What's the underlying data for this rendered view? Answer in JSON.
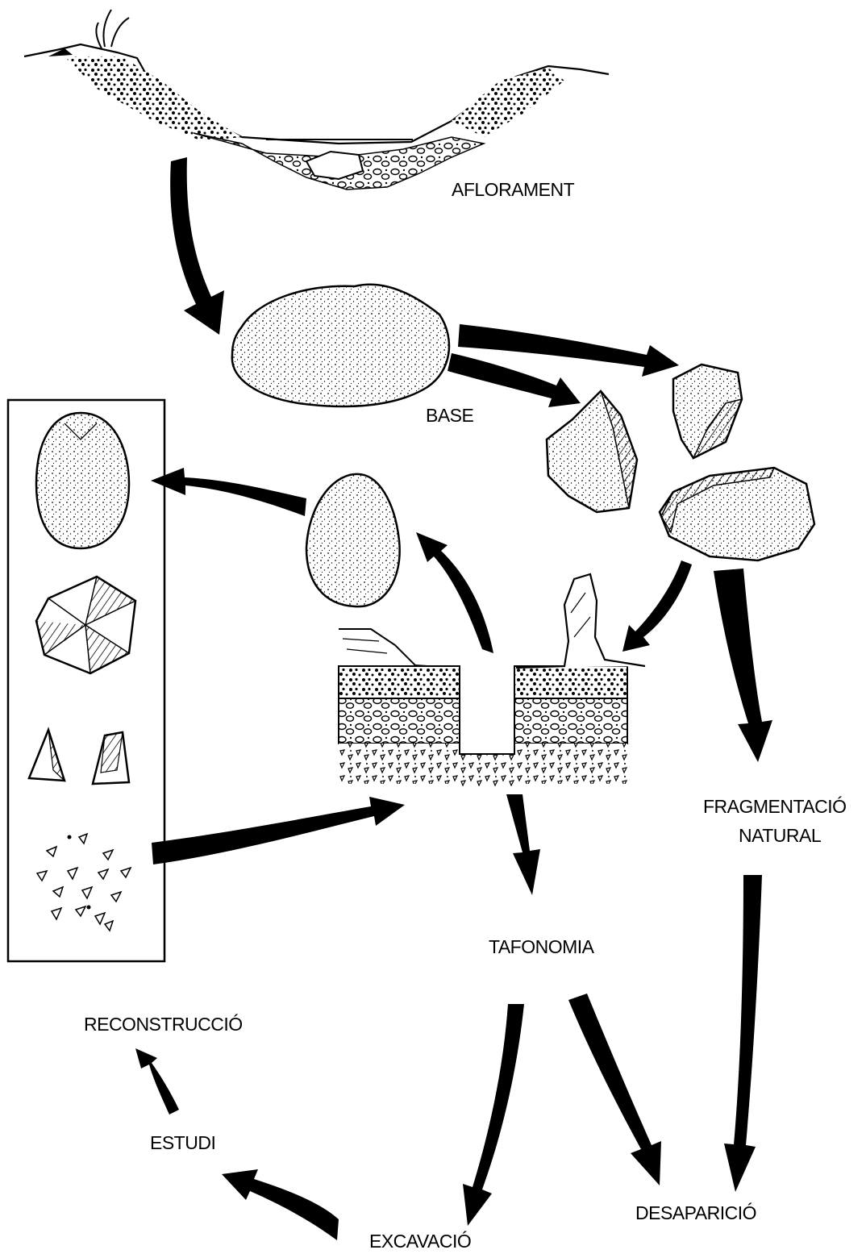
{
  "labels": {
    "aflorament": "AFLORAMENT",
    "base": "BASE",
    "fragmentacio_line1": "FRAGMENTACIÓ",
    "fragmentacio_line2": "NATURAL",
    "tafonomia": "TAFONOMIA",
    "reconstruccio": "RECONSTRUCCIÓ",
    "estudi": "ESTUDI",
    "excavacio": "EXCAVACIÓ",
    "desaparicio": "DESAPARICIÓ"
  },
  "colors": {
    "ink": "#000000",
    "paper": "#ffffff"
  }
}
